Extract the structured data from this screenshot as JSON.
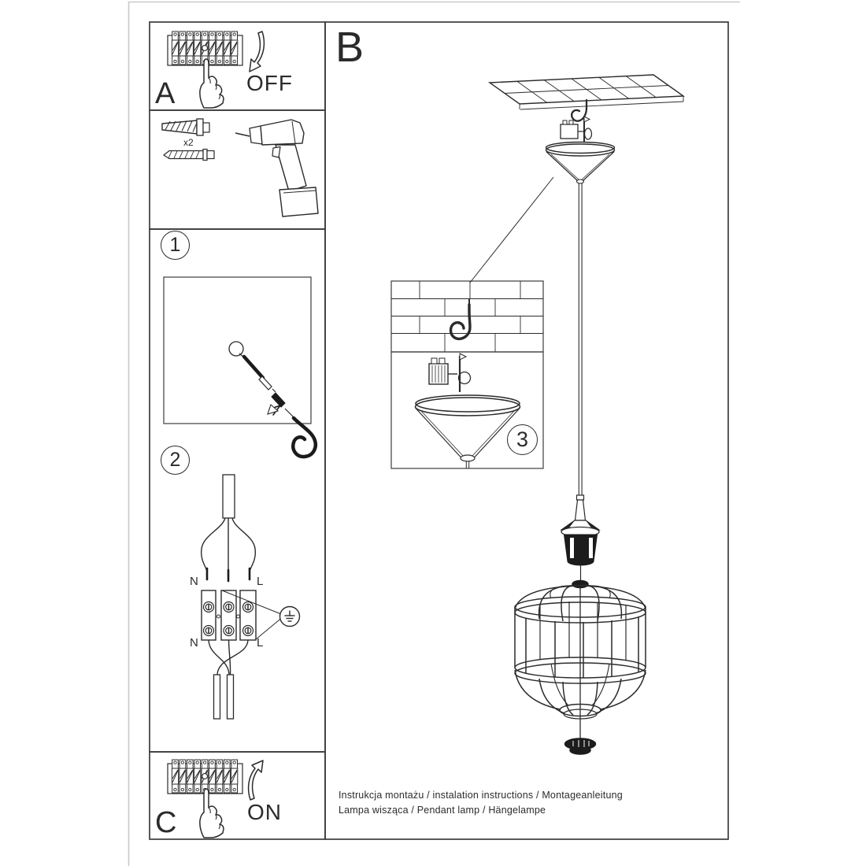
{
  "colors": {
    "ink": "#2b2b2b",
    "box_border": "#3c3c3c",
    "sheet_edge": "#c9c9c9",
    "background": "#ffffff",
    "socket_fill": "#1c1c1c"
  },
  "section_a": {
    "label": "A",
    "action_label": "OFF"
  },
  "tools_panel": {
    "anchor_quantity_label": "x2"
  },
  "step_badges": {
    "step1": "1",
    "step2": "2",
    "step3": "3"
  },
  "section_b": {
    "label": "B"
  },
  "wiring_diagram": {
    "terminal_top_left": "N",
    "terminal_top_right": "L",
    "terminal_bottom_left": "N",
    "terminal_bottom_right": "L"
  },
  "section_c": {
    "label": "C",
    "action_label": "ON"
  },
  "footer": {
    "line1": "Instrukcja montażu / instalation instructions / Montageanleitung",
    "line2": "Lampa wisząca / Pendant lamp / Hängelampe"
  },
  "illustrations": {
    "breaker_panel": "circuit-breaker-panel",
    "hand": "hand-pressing-switch",
    "drill": "cordless-drill",
    "anchor": "wall-plug-anchor",
    "screw": "mounting-screw",
    "hook": "ceiling-hook",
    "canopy": "cone-canopy",
    "cage": "wire-cage-lampshade",
    "ground": "earth-ground-symbol"
  }
}
